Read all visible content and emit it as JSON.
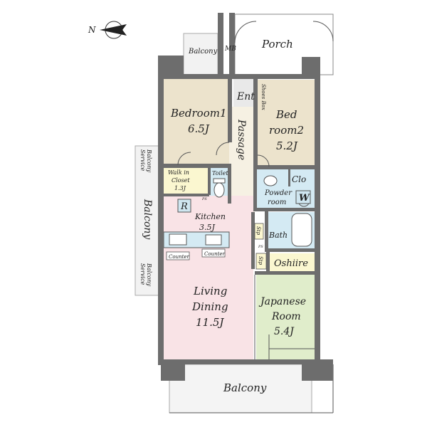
{
  "compass": {
    "letter": "N"
  },
  "rooms": {
    "porch": "Porch",
    "mb": "MB",
    "balcony_top": "Balcony",
    "ent": "Ent",
    "shoes_box": "Shoes Box",
    "bedroom1": {
      "name": "Bedroom1",
      "size": "6.5J"
    },
    "passage": "Passage",
    "bedroom2": {
      "name_line1": "Bed",
      "name_line2": "room2",
      "size": "5.2J"
    },
    "walkin": {
      "line1": "Walk in",
      "line2": "Closet",
      "size": "1.3J"
    },
    "toilet": "Toilet",
    "clo": "Clo",
    "powder": {
      "line1": "Powder",
      "line2": "room"
    },
    "w": "W",
    "r": "R",
    "ps1": "PS",
    "kitchen": {
      "name": "Kitchen",
      "size": "3.5J"
    },
    "stp1": "Stp",
    "bath": "Bath",
    "ps2": "PS",
    "counter1": "Counter",
    "counter2": "Counter",
    "stp2": "Stp",
    "oshiire": "Oshiire",
    "service_balcony_1": {
      "line1": "Service",
      "line2": "Balcony"
    },
    "balcony_side": "Balcony",
    "service_balcony_2": {
      "line1": "Service",
      "line2": "Balcony"
    },
    "living": {
      "line1": "Living",
      "line2": "Dining",
      "size": "11.5J"
    },
    "japanese": {
      "line1": "Japanese",
      "line2": "Room",
      "size": "5.4J"
    },
    "balcony_bottom": "Balcony"
  },
  "colors": {
    "bedroom": "#ece3cc",
    "japanese": "#e0edcb",
    "living": "#f9e3e6",
    "wet": "#d4eaf3",
    "closet": "#fbf7d0",
    "floor_grey": "#e9e9e9",
    "wall": "#6d6d6d"
  }
}
